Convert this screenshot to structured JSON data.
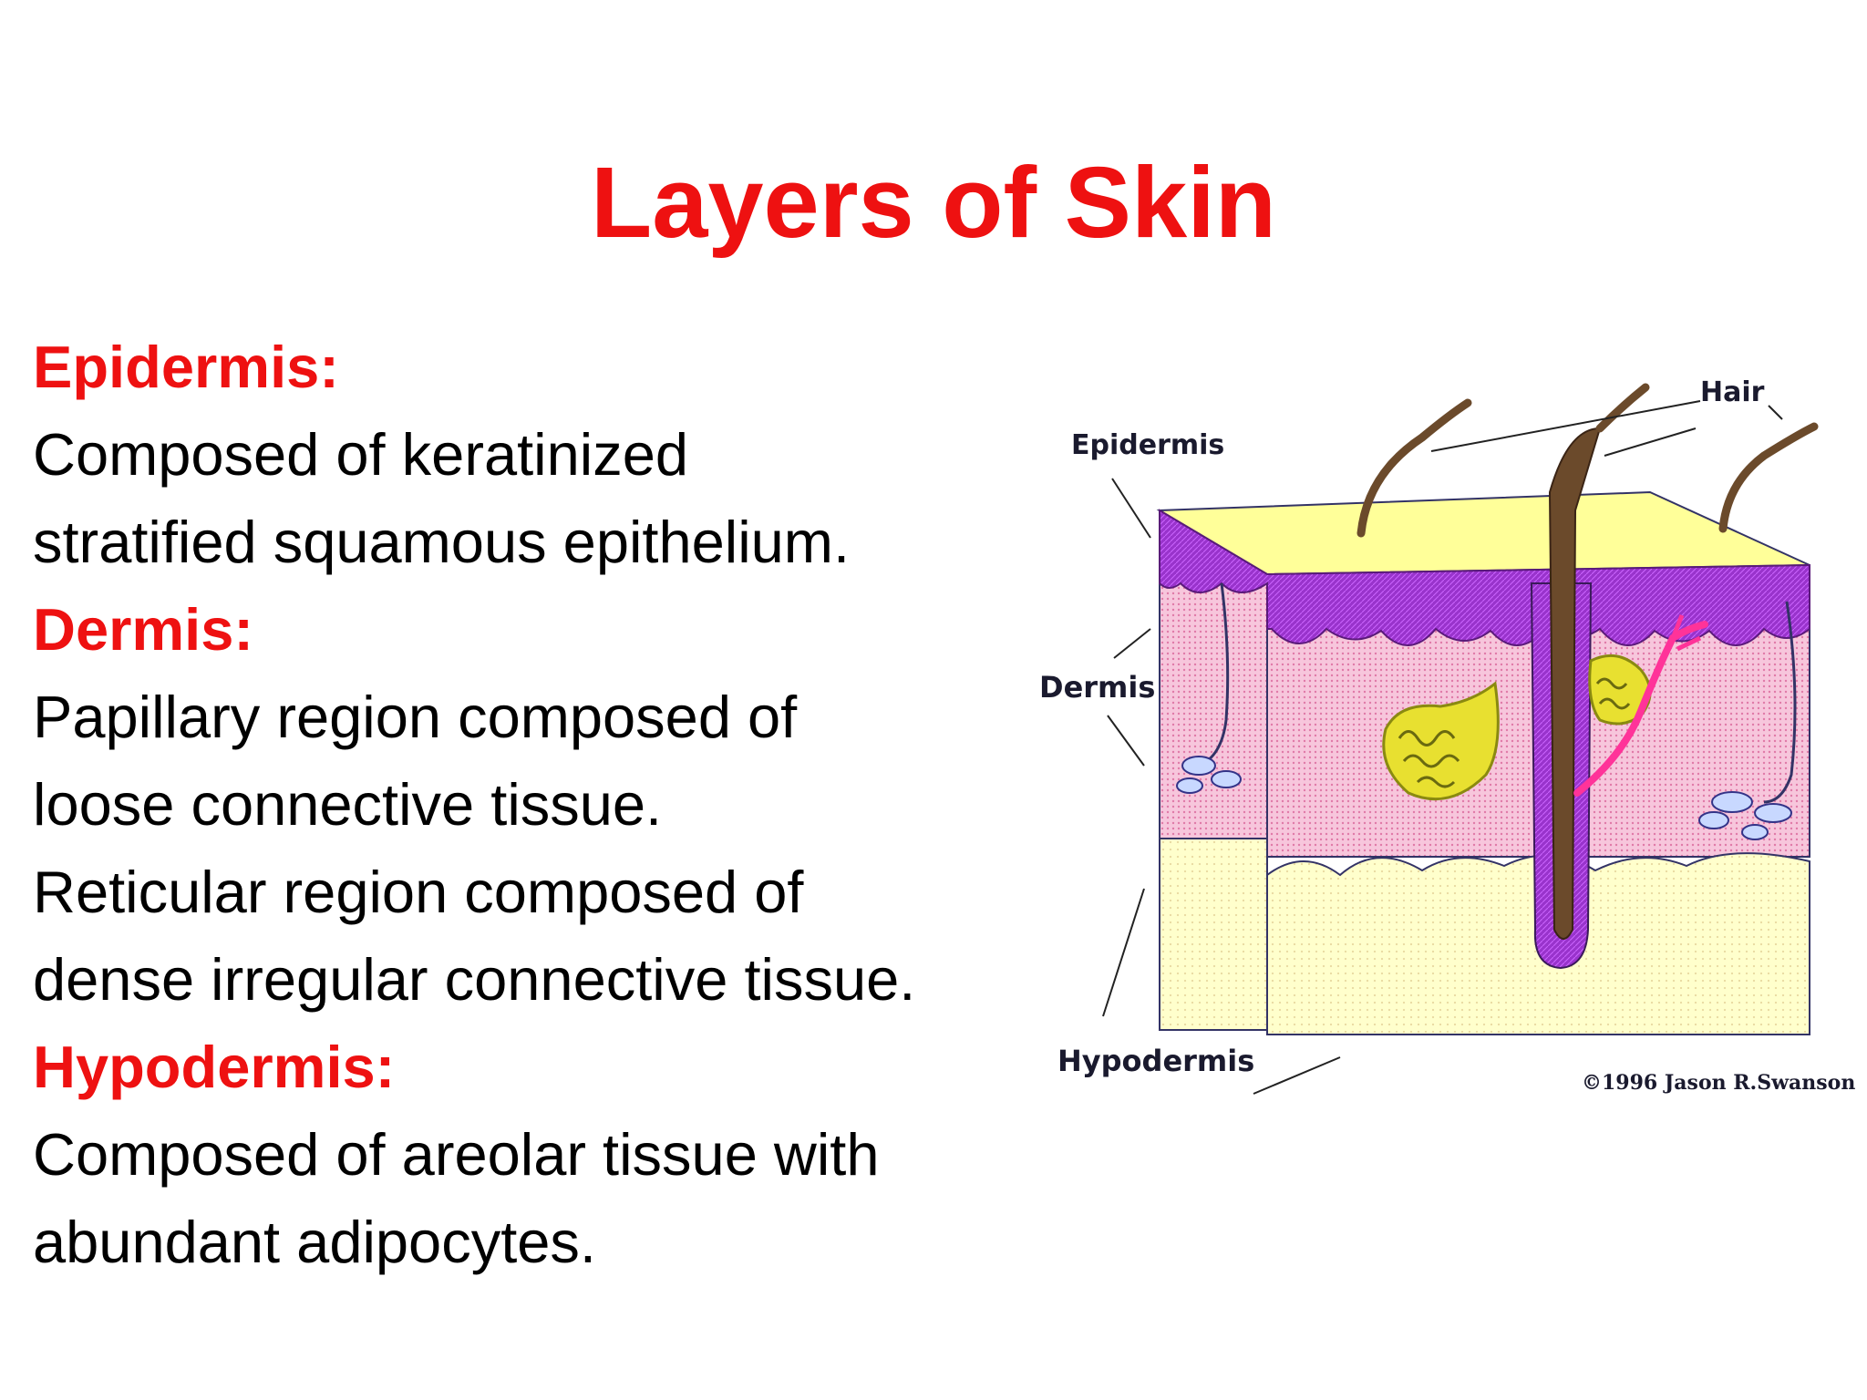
{
  "slide": {
    "title": "Layers of Skin"
  },
  "sections": [
    {
      "heading": "Epidermis:",
      "lines": [
        "Composed of keratinized",
        "stratified squamous epithelium."
      ]
    },
    {
      "heading": "Dermis:",
      "lines": [
        "Papillary region composed of",
        "loose connective tissue.",
        "Reticular region composed of",
        "dense irregular connective tissue."
      ]
    },
    {
      "heading": "Hypodermis:",
      "lines": [
        "Composed of areolar tissue with",
        "abundant adipocytes."
      ]
    }
  ],
  "diagram": {
    "labels": {
      "hair": "Hair",
      "epidermis": "Epidermis",
      "dermis": "Dermis",
      "hypodermis": "Hypodermis"
    },
    "copyright": "©1996 Jason R.Swanson",
    "colors": {
      "title": "#ee1111",
      "surface": "#ffff99",
      "epidermis": "#9933cc",
      "dermis": "#f4b8d8",
      "hypodermis": "#ffffcc",
      "hair": "#6b4a2b",
      "gland": "#e8e030",
      "nerve": "#ff3399"
    }
  }
}
